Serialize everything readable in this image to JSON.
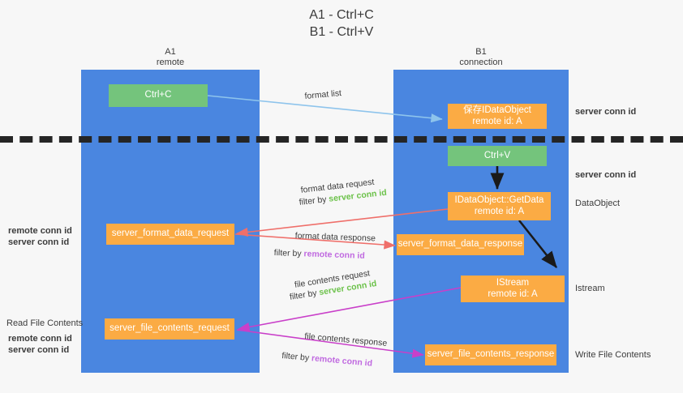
{
  "title": {
    "line1": "A1 - Ctrl+C",
    "line2": "B1 - Ctrl+V"
  },
  "lanes": [
    {
      "name": "A1",
      "sub": "remote"
    },
    {
      "name": "B1",
      "sub": "connection"
    }
  ],
  "nodes": {
    "ctrl_c": "Ctrl+C",
    "ctrl_v": "Ctrl+V",
    "store_dataobject_line1": "保存IDataObject",
    "store_dataobject_line2": "remote id: A",
    "getdata_line1": "IDataObject::GetData",
    "getdata_line2": "remote id: A",
    "istream_line1": "IStream",
    "istream_line2": "remote id: A",
    "server_format_data_request": "server_format_data_request",
    "server_format_data_response": "server_format_data_response",
    "server_file_contents_request": "server_file_contents_request",
    "server_file_contents_response": "server_file_contents_response"
  },
  "edge_labels": {
    "format_list": "format list",
    "format_data_request": "format data request",
    "format_data_request_filter_prefix": "filter by ",
    "format_data_request_filter_key": "server conn id",
    "format_data_response": "format data response",
    "format_data_response_filter_prefix": "filter by ",
    "format_data_response_filter_key": "remote conn id",
    "file_contents_request": "file contents request",
    "file_contents_request_filter_prefix": "filter by ",
    "file_contents_request_filter_key": "server conn id",
    "file_contents_response": "file contents response",
    "file_contents_response_filter_prefix": "filter by ",
    "file_contents_response_filter_key": "remote conn id"
  },
  "annotations": {
    "right_server_conn_id_top": "server conn id",
    "right_server_conn_id_mid": "server conn id",
    "right_dataobject": "DataObject",
    "right_istream": "Istream",
    "right_write_file_contents": "Write File Contents",
    "left_remote_conn_id_1": "remote conn id",
    "left_server_conn_id_1": "server conn id",
    "left_read_file_contents": "Read File Contents",
    "left_remote_conn_id_2": "remote conn id",
    "left_server_conn_id_2": "server conn id"
  },
  "colors": {
    "lane": "#4a86e0",
    "green_box": "#74c47c",
    "orange_box": "#fbab44",
    "arrow_blue": "#8ec4ec",
    "arrow_red": "#ef6f6a",
    "arrow_magenta": "#c93fc9",
    "arrow_black": "#1a1a1a",
    "text_green": "#6cc24a",
    "text_purple": "#c06ae0",
    "background": "#f7f7f7"
  }
}
